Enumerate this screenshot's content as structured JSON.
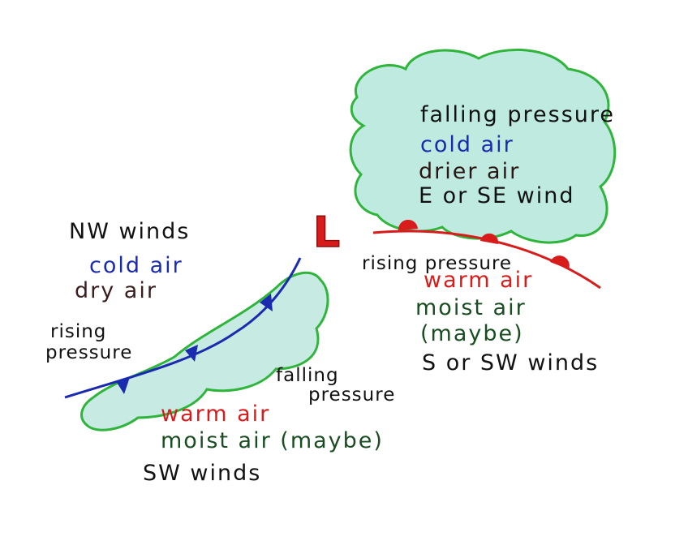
{
  "low_symbol": "L",
  "colors": {
    "cold_front": "#1a2bb0",
    "warm_front": "#d81c1c",
    "cloud_outline": "#2fb43c",
    "cloud_fill": "#bfeadf",
    "text_black": "#111111",
    "text_blue": "#1a2bb0",
    "text_brown": "#3a1e1e",
    "text_red": "#d81c1c",
    "text_green": "#1b4d22"
  },
  "west_side": {
    "nw_winds": "NW winds",
    "cold_air": "cold air",
    "dry_air": "dry air",
    "rising_1": "rising",
    "rising_2": "pressure"
  },
  "warm_sector_sw": {
    "falling_1": "falling",
    "falling_2": "pressure",
    "warm_air": "warm air",
    "moist_air": "moist air (maybe)",
    "sw_winds": "SW winds"
  },
  "northeast_cloud": {
    "falling": "falling pressure",
    "cold_air": "cold air",
    "drier_air": "drier air",
    "wind": "E or SE wind"
  },
  "warm_sector_se": {
    "rising": "rising pressure",
    "warm_air": "warm air",
    "moist_air": "moist air",
    "maybe": "(maybe)",
    "wind": "S or SW winds"
  }
}
